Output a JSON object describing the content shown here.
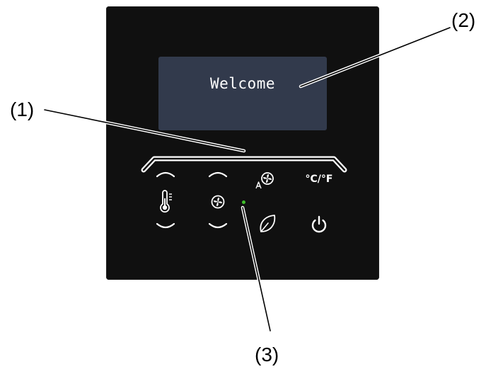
{
  "display": {
    "text": "Welcome"
  },
  "callouts": {
    "c1": "(1)",
    "c2": "(2)",
    "c3": "(3)"
  },
  "controls": {
    "unit_toggle": "°C/°F",
    "icons": [
      "chevron-up-icon",
      "thermometer-icon",
      "chevron-down-icon",
      "fan-icon",
      "auto-fan-icon",
      "leaf-icon",
      "power-icon"
    ]
  },
  "colors": {
    "panel": "#101010",
    "screen": "#323a4c",
    "led": "#3fbf2a",
    "foreground": "#ffffff"
  }
}
